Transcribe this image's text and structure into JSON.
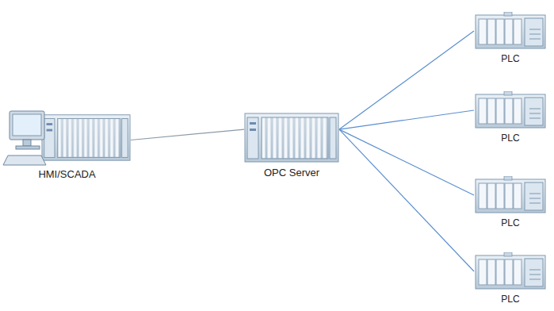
{
  "diagram": {
    "nodes": [
      {
        "text": [
          "HMI/SCADA"
        ]
      },
      {
        "text": [
          "OPC Server"
        ]
      },
      {
        "text": [
          "PLC"
        ]
      },
      {
        "text": [
          "PLC"
        ]
      },
      {
        "text": [
          "PLC"
        ]
      },
      {
        "text": [
          "PLC"
        ]
      }
    ],
    "edges": [
      {
        "from": 0,
        "to": 1,
        "arrow": "none"
      },
      {
        "from": 1,
        "to": 2,
        "arrow": "none"
      },
      {
        "from": 1,
        "to": 3,
        "arrow": "none"
      },
      {
        "from": 1,
        "to": 4,
        "arrow": "none"
      },
      {
        "from": 1,
        "to": 5,
        "arrow": "none"
      }
    ]
  }
}
